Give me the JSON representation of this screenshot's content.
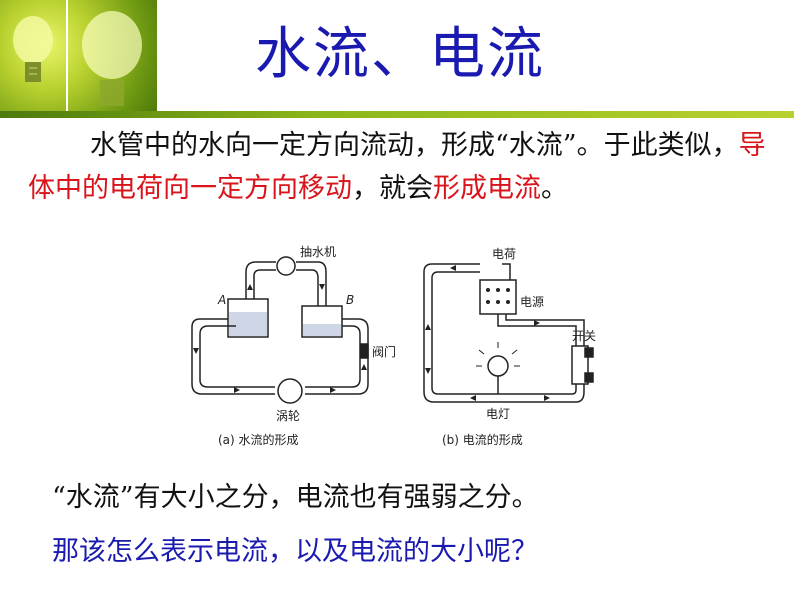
{
  "slide": {
    "title": "水流、电流",
    "paragraph": {
      "part1": "水管中的水向一定方向流动，形成“水流”。于此类似，",
      "red1": "导体中的电荷向一定方向移动",
      "part2": "，就会",
      "red2": "形成电流",
      "part3": "。"
    },
    "figure": {
      "left_labels": {
        "pump": "抽水机",
        "a": "A",
        "b": "B",
        "valve": "阀门",
        "turbine": "涡轮",
        "caption": "(a) 水流的形成"
      },
      "right_labels": {
        "charge": "电荷",
        "source": "电源",
        "switch": "开关",
        "lamp": "电灯",
        "caption": "(b) 电流的形成"
      }
    },
    "note1": "“水流”有大小之分，电流也有强弱之分。",
    "note2": "那该怎么表示电流，以及电流的大小呢？"
  },
  "colors": {
    "title": "#1a1ab0",
    "highlight": "#d9141b",
    "question": "#1a1ab0",
    "banner_green": "#8bb61a"
  }
}
